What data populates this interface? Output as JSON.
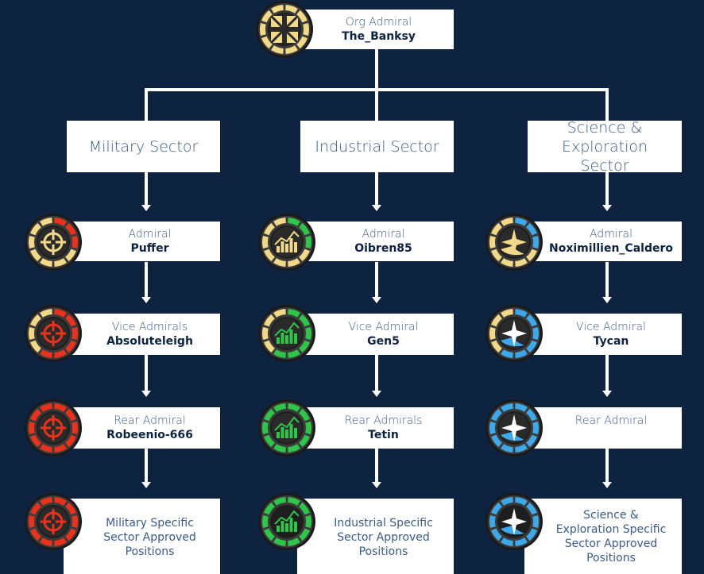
{
  "colors": {
    "background": "#0d2340",
    "wire": "#ffffff",
    "gold": "#f2d98a",
    "red": "#e8321e",
    "green": "#2fc44a",
    "blue": "#3fa8e8"
  },
  "top": {
    "role": "Org Admiral",
    "name": "The_Banksy",
    "icon": "union-jack-icon"
  },
  "sectors": [
    {
      "title": "Military Sector",
      "icon": "crosshair-icon",
      "levels": [
        {
          "role": "Admiral",
          "name": "Puffer"
        },
        {
          "role": "Vice Admirals",
          "name": "Absoluteleigh"
        },
        {
          "role": "Rear Admiral",
          "name": "Robeenio-666"
        }
      ],
      "positions": "Military Specific Sector Approved Positions"
    },
    {
      "title": "Industrial Sector",
      "icon": "bar-chart-icon",
      "levels": [
        {
          "role": "Admiral",
          "name": "Oibren85"
        },
        {
          "role": "Vice Admiral",
          "name": "Gen5"
        },
        {
          "role": "Rear Admirals",
          "name": "Tetin"
        }
      ],
      "positions": "Industrial Specific Sector Approved Positions"
    },
    {
      "title": "Science & Exploration Sector",
      "icon": "star-planet-icon",
      "levels": [
        {
          "role": "Admiral",
          "name": "Noximillien_Caldero"
        },
        {
          "role": "Vice Admiral",
          "name": "Tycan"
        },
        {
          "role": "Rear Admiral",
          "name": ""
        }
      ],
      "positions": "Science & Exploration Specific Sector Approved Positions"
    }
  ]
}
